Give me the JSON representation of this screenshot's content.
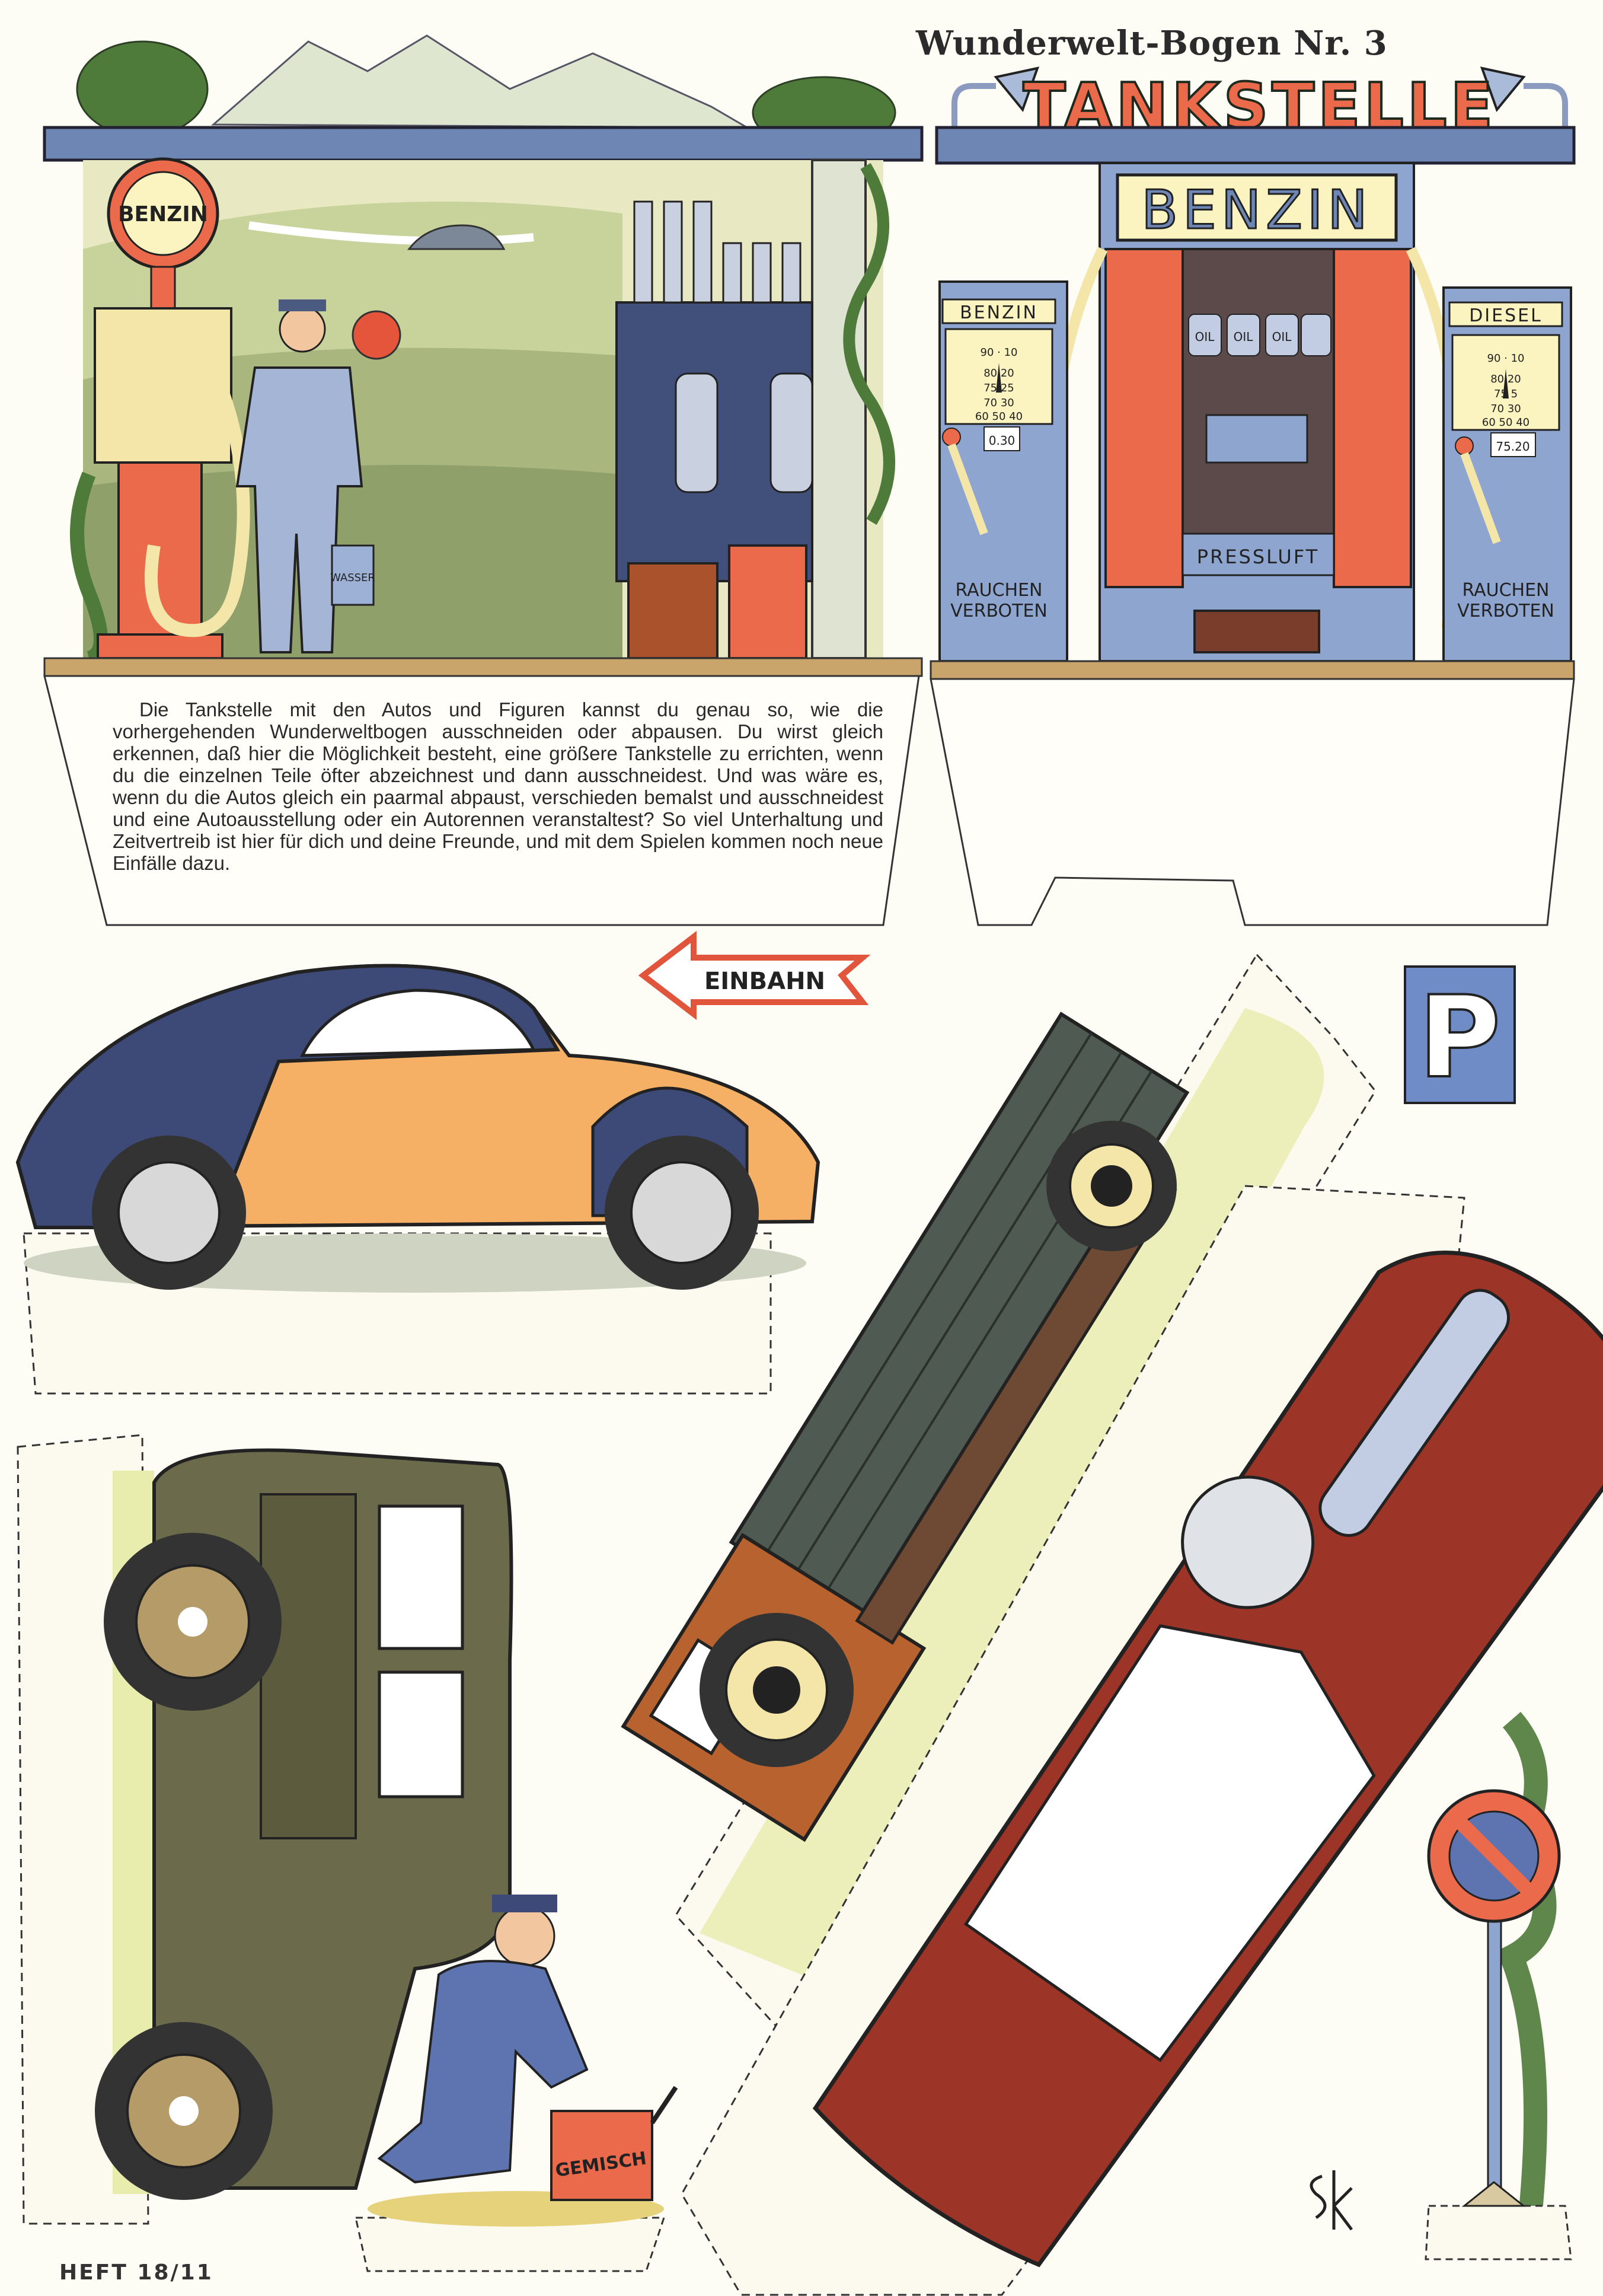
{
  "header": {
    "title": "Wunderwelt-Bogen Nr. 3",
    "sign": "TANKSTELLE"
  },
  "left_scene": {
    "pump_sign": "BENZIN",
    "can_label": "WASSER"
  },
  "right_station": {
    "top_sign": "BENZIN",
    "pump_left": {
      "label": "BENZIN",
      "dial_numbers": [
        "90",
        "10",
        "80",
        "20",
        "75",
        "25",
        "70",
        "30",
        "60",
        "50",
        "40"
      ],
      "counter": "0.30",
      "warning_line1": "RAUCHEN",
      "warning_line2": "VERBOTEN"
    },
    "pump_right": {
      "label": "DIESEL",
      "dial_numbers": [
        "90",
        "10",
        "80",
        "20",
        "75",
        "5",
        "70",
        "30",
        "60",
        "50",
        "40"
      ],
      "counter": "75.20",
      "warning_line1": "RAUCHEN",
      "warning_line2": "VERBOTEN"
    },
    "oil_label": "OIL",
    "air_label": "PRESSLUFT"
  },
  "intro_text": "Die Tankstelle mit den Autos und Figuren kannst du genau so, wie die vorhergehenden Wunderweltbogen ausschneiden oder abpausen. Du wirst gleich erkennen, daß hier die Möglichkeit besteht, eine größere Tankstelle zu errichten, wenn du die einzelnen Teile öfter abzeichnest und dann ausschneidest. Und was wäre es, wenn du die Autos gleich ein paarmal abpaust, verschieden bemalst und ausschneidest und eine Autoausstellung oder ein Autorennen veranstaltest? So viel Unterhaltung und Zeitvertreib ist hier für dich und deine Freunde, und mit dem Spielen kommen noch neue Einfälle dazu.",
  "signs": {
    "one_way": "EINBAHN",
    "parking": "P"
  },
  "mechanic": {
    "can_label": "GEMISCH"
  },
  "footer": {
    "issue": "HEFT 18/11",
    "signature": "SK"
  },
  "colors": {
    "red": "#ec6a4c",
    "blue": "#7f98c4",
    "navy": "#3d4a78",
    "orange_car": "#f6b066",
    "truck_rust": "#b8632f",
    "green_car": "#6b6a4a",
    "red_car": "#9c3527",
    "cream": "#fbf3c0"
  }
}
